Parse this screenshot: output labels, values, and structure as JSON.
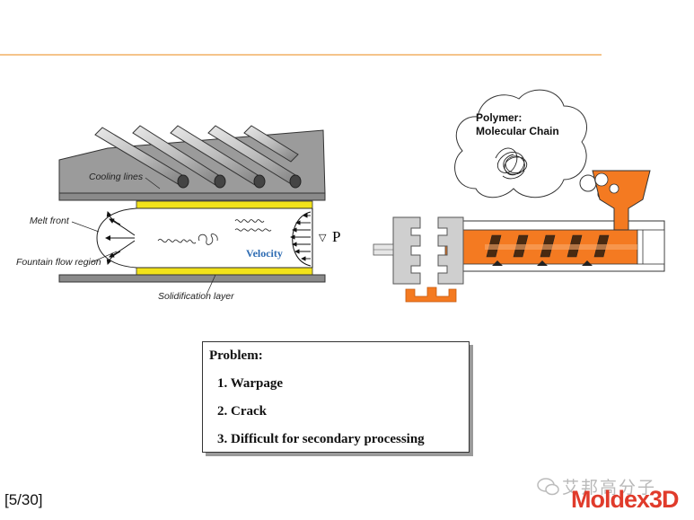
{
  "diagram": {
    "labels": {
      "cooling_lines": "Cooling lines",
      "melt_front": "Melt front",
      "fountain_flow": "Fountain flow region",
      "velocity": "Velocity",
      "pressure": "P",
      "pressure_marker": "▽",
      "solidification": "Solidification layer"
    },
    "polymer": {
      "line1": "Polymer:",
      "line2": "Molecular Chain"
    }
  },
  "problem": {
    "title": "Problem:",
    "items": [
      "1. Warpage",
      "2. Crack",
      "3. Difficult for secondary processing"
    ]
  },
  "footer": {
    "page": "[5/30]",
    "watermark": "艾邦高分子",
    "logo": "Moldex3D"
  },
  "colors": {
    "melt": "#f47a21",
    "yellow_layer": "#f2e21a",
    "mold_gray": "#9b9b9b",
    "header_rule": "#f5c48a",
    "logo_red": "#e03b2b",
    "velocity_blue": "#2e6cb3"
  },
  "icons": [
    "chat-bubble-icon",
    "cooling-line-icon",
    "thought-cloud-icon",
    "screw-icon",
    "hopper-icon"
  ]
}
